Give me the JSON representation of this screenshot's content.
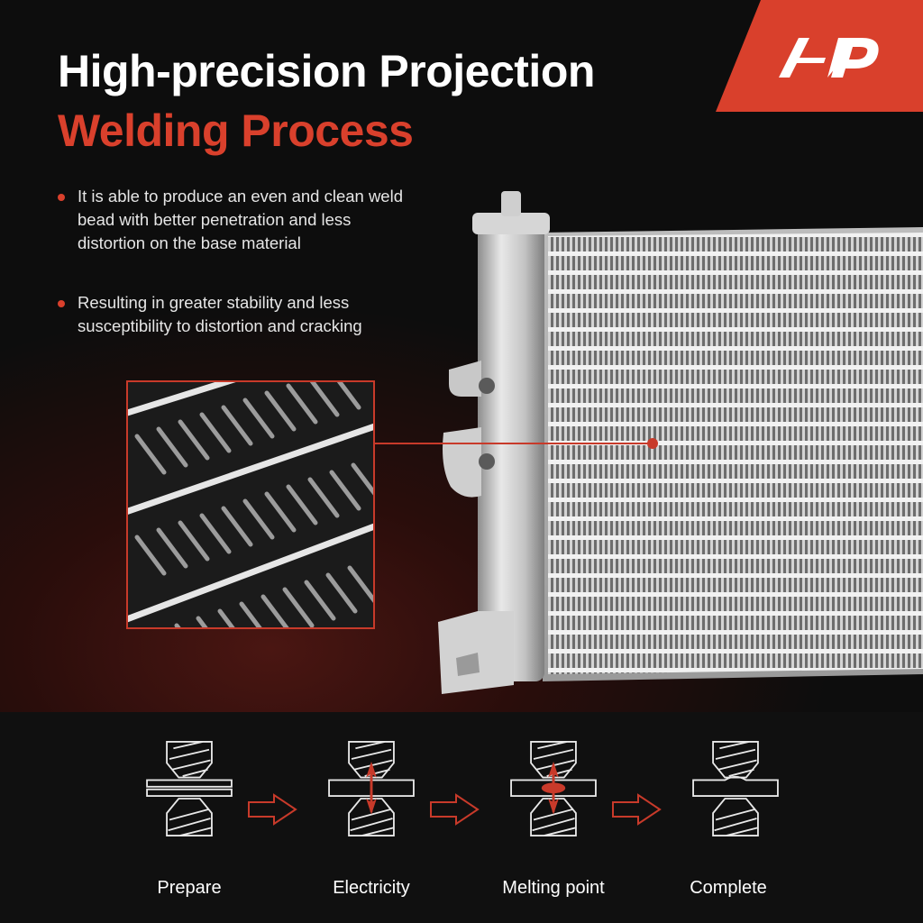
{
  "header": {
    "title_line1": "High-precision Projection",
    "title_line2": "Welding Process",
    "logo_text": "A-P",
    "accent_color": "#d9402c"
  },
  "bullets": [
    {
      "text": "It is able to produce an even and clean weld bead with better penetration and less distortion on the base material"
    },
    {
      "text": "Resulting in greater stability and less susceptibility to distortion and cracking"
    }
  ],
  "process": {
    "steps": [
      {
        "label": "Prepare"
      },
      {
        "label": "Electricity"
      },
      {
        "label": "Melting point"
      },
      {
        "label": "Complete"
      }
    ]
  }
}
